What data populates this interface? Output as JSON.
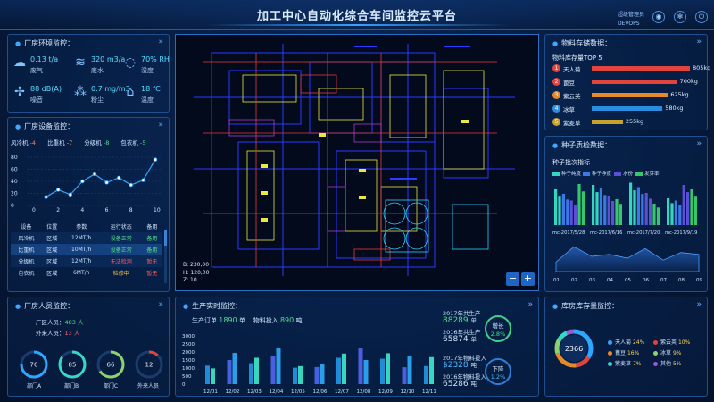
{
  "header": {
    "title": "加工中心自动化综合车间监控云平台",
    "user_name": "超级管理员",
    "user_id": "DEVOPS"
  },
  "env_panel": {
    "title": "厂房环境监控：",
    "items": [
      {
        "value": "0.13 t/a",
        "name": "废气",
        "icon": "cloud-icon"
      },
      {
        "value": "320 m3/a",
        "name": "废水",
        "icon": "water-icon"
      },
      {
        "value": "70% RH",
        "name": "湿度",
        "icon": "humidity-icon"
      },
      {
        "value": "88 dB(A)",
        "name": "噪音",
        "icon": "noise-icon"
      },
      {
        "value": "0.7 mg/m3",
        "name": "粉尘",
        "icon": "dust-icon"
      },
      {
        "value": "18 ℃",
        "name": "温度",
        "icon": "thermometer-icon"
      }
    ]
  },
  "equip_panel": {
    "title": "厂房设备监控：",
    "fans": [
      {
        "name": "风冷机",
        "value": "-4",
        "color": "red"
      },
      {
        "name": "比重机",
        "value": "-7",
        "color": "yellow"
      },
      {
        "name": "分级机",
        "value": "-8",
        "color": "green"
      },
      {
        "name": "包衣机",
        "value": "-5",
        "color": "green"
      }
    ],
    "chart_data": {
      "type": "line",
      "x": [
        1,
        2,
        3,
        4,
        5,
        6,
        7,
        8,
        9,
        10
      ],
      "values": [
        14,
        26,
        18,
        40,
        52,
        38,
        46,
        34,
        42,
        76
      ],
      "ylim": [
        0,
        80
      ],
      "yticks": [
        "80",
        "60",
        "40",
        "20",
        "0"
      ],
      "xticks": [
        "0",
        "2",
        "4",
        "6",
        "8",
        "10"
      ]
    },
    "table": {
      "headers": [
        "设备",
        "位置",
        "参数",
        "运行状态",
        "备用"
      ],
      "rows": [
        [
          "风冷机",
          "区域",
          "12MT/h",
          "设备正常",
          "备用"
        ],
        [
          "比重机",
          "区域",
          "10MT/h",
          "设备正常",
          "备用"
        ],
        [
          "分级机",
          "区域",
          "12MT/h",
          "无法检测",
          "暂无"
        ],
        [
          "包衣机",
          "区域",
          "6MT/h",
          "检修中",
          "暂无"
        ]
      ]
    }
  },
  "plan": {
    "coords": [
      "B: 230,00",
      "H: 120,00",
      "Z: 10"
    ],
    "zoom_out": "−",
    "zoom_in": "+"
  },
  "storage_panel": {
    "title": "物料存储数据：",
    "subtitle": "物料库存量TOP 5",
    "items": [
      {
        "rank": "1",
        "name": "天人菊",
        "value": 805,
        "label": "805kg",
        "color": "#e0443c"
      },
      {
        "rank": "2",
        "name": "蓖豆",
        "value": 700,
        "label": "700kg",
        "color": "#e0443c"
      },
      {
        "rank": "3",
        "name": "紫云英",
        "value": 625,
        "label": "625kg",
        "color": "#e58a2b"
      },
      {
        "rank": "4",
        "name": "冰草",
        "value": 580,
        "label": "580kg",
        "color": "#2b8de0"
      },
      {
        "rank": "5",
        "name": "紫麦草",
        "value": 255,
        "label": "255kg",
        "color": "#c9a22b"
      }
    ]
  },
  "seed_panel": {
    "title": "种子质检数据：",
    "subtitle": "种子批次指标",
    "legend": [
      {
        "name": "种子纯度",
        "color": "#35d6c0"
      },
      {
        "name": "种子净度",
        "color": "#3a7ae8"
      },
      {
        "name": "水份",
        "color": "#5b4fd6"
      },
      {
        "name": "发芽率",
        "color": "#36c66b"
      }
    ],
    "chart_data": [
      {
        "type": "bar",
        "categories": [
          "mc-2017/5/28",
          "mc-2017/6/16",
          "mc-2017/7/20",
          "mc-2017/9/19"
        ],
        "series": [
          {
            "name": "种子纯度",
            "values": [
              80,
              90,
              95,
              60
            ]
          },
          {
            "name": "种子净度",
            "values": [
              70,
              82,
              85,
              55
            ]
          },
          {
            "name": "水份",
            "values": [
              55,
              66,
              72,
              90
            ]
          },
          {
            "name": "发芽率",
            "values": [
              92,
              58,
              48,
              80
            ]
          }
        ]
      },
      {
        "type": "area",
        "categories": [
          "01",
          "02",
          "03",
          "04",
          "05",
          "06",
          "07",
          "08",
          "09"
        ],
        "values": [
          10,
          26,
          16,
          18,
          14,
          24,
          12,
          20,
          18
        ]
      }
    ]
  },
  "people_panel": {
    "title": "厂房人员监控：",
    "factory_label": "厂区人员：",
    "factory_value": "483 人",
    "visitor_label": "外来人员：",
    "visitor_value": "13 人",
    "rings": [
      {
        "value": "76",
        "label": "部门A",
        "pct": 0.76,
        "color": "#2ea8ff"
      },
      {
        "value": "85",
        "label": "部门B",
        "pct": 0.85,
        "color": "#36d6c8"
      },
      {
        "value": "66",
        "label": "部门C",
        "pct": 0.66,
        "color": "#8bd36b"
      },
      {
        "value": "12",
        "label": "外来人员",
        "pct": 0.12,
        "color": "#e0443c"
      }
    ]
  },
  "production_panel": {
    "title": "生产实时监控：",
    "orders_label": "生产订单",
    "orders_value": "1890",
    "orders_unit": "单",
    "material_label": "物料投入",
    "material_value": "890",
    "material_unit": "吨",
    "y2017_label": "2017年共生产",
    "y2017_value": "88289",
    "y2017_unit": "单",
    "y2016_label": "2016年共生产",
    "y2016_value": "65874",
    "y2016_unit": "单",
    "m2017_label": "2017年物料投入",
    "m2017_value": "$2328",
    "m2017_unit": "吨",
    "m2016_label": "2016年物料投入",
    "m2016_value": "65286",
    "m2016_unit": "吨",
    "growth_label": "增长",
    "growth_value": "2.8%",
    "decline_label": "下降",
    "decline_value": "1.2%",
    "chart_data": {
      "type": "bar",
      "categories": [
        "12/01",
        "12/02",
        "12/03",
        "12/04",
        "12/05",
        "12/06",
        "12/07",
        "12/08",
        "12/09",
        "12/10",
        "12/11"
      ],
      "series": [
        {
          "values": [
            1150,
            1500,
            1300,
            1760,
            1020,
            1060,
            1640,
            2280,
            1580,
            1050,
            1120
          ]
        },
        {
          "values": [
            980,
            1940,
            1640,
            2280,
            1120,
            1280,
            1900,
            1500,
            1920,
            1780,
            1680
          ]
        }
      ],
      "ylim": [
        0,
        3000
      ],
      "yticks": [
        "3000",
        "2500",
        "2000",
        "1500",
        "1000",
        "500",
        "0"
      ]
    }
  },
  "stock_panel": {
    "title": "库房库存量监控：",
    "total": "2366",
    "legend": [
      {
        "name": "天人菊",
        "pct": "24%",
        "value": 24,
        "color": "#2ea8ff"
      },
      {
        "name": "紫云英",
        "pct": "10%",
        "value": 10,
        "color": "#e0443c"
      },
      {
        "name": "蓖豆",
        "pct": "16%",
        "value": 16,
        "color": "#e58a2b"
      },
      {
        "name": "冰草",
        "pct": "9%",
        "value": 9,
        "color": "#8bd36b"
      },
      {
        "name": "紫麦草",
        "pct": "7%",
        "value": 7,
        "color": "#36d6c8"
      },
      {
        "name": "其他",
        "pct": "5%",
        "value": 5,
        "color": "#9b59d6"
      }
    ]
  }
}
